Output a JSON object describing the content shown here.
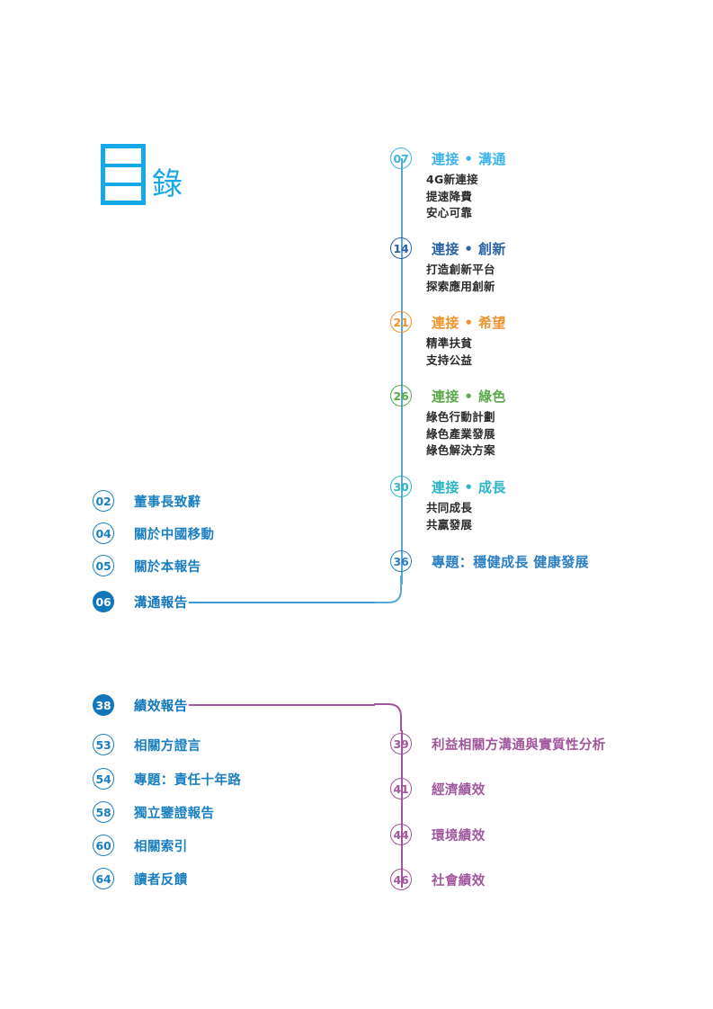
{
  "page": {
    "title_glyph": "目",
    "title_text": "錄",
    "title_color": "#16a9e8",
    "background": "#ffffff"
  },
  "colors": {
    "rail_blue": "#5aa7d6",
    "rail_purple": "#a0569c",
    "left_blue": "#1a7fc1",
    "accent_light_blue": "#3eb3e8",
    "accent_deep_blue": "#2b62a8",
    "accent_orange": "#f0912c",
    "accent_green": "#5aa94a",
    "accent_teal": "#2ab5c8",
    "accent_blue": "#2b7fc4",
    "accent_purple": "#a0569c",
    "sub_text": "#2b2b2b"
  },
  "left_column": {
    "group_top": [
      {
        "number": "02",
        "label": "董事長致辭",
        "color": "#1a7fc1",
        "filled": false
      },
      {
        "number": "04",
        "label": "關於中國移動",
        "color": "#1a7fc1",
        "filled": false
      },
      {
        "number": "05",
        "label": "關於本報告",
        "color": "#1a7fc1",
        "filled": false
      },
      {
        "number": "06",
        "label": "溝通報告",
        "color": "#1276bb",
        "filled": true
      }
    ],
    "group_bottom": [
      {
        "number": "38",
        "label": "績效報告",
        "color": "#1276bb",
        "filled": true
      },
      {
        "number": "53",
        "label": "相關方證言",
        "color": "#1a7fc1",
        "filled": false
      },
      {
        "number": "54",
        "label": "專題：責任十年路",
        "color": "#1a7fc1",
        "filled": false
      },
      {
        "number": "58",
        "label": "獨立鑒證報告",
        "color": "#1a7fc1",
        "filled": false
      },
      {
        "number": "60",
        "label": "相關索引",
        "color": "#1a7fc1",
        "filled": false
      },
      {
        "number": "64",
        "label": "讀者反饋",
        "color": "#1a7fc1",
        "filled": false
      }
    ]
  },
  "right_column": {
    "sections": [
      {
        "number": "07",
        "label": "連接 • 溝通",
        "color": "#3eb3e8",
        "subs": [
          "4G新連接",
          "提速降費",
          "安心可靠"
        ]
      },
      {
        "number": "14",
        "label": "連接 • 創新",
        "color": "#2b62a8",
        "subs": [
          "打造創新平台",
          "探索應用創新"
        ]
      },
      {
        "number": "21",
        "label": "連接 • 希望",
        "color": "#f0912c",
        "subs": [
          "精準扶貧",
          "支持公益"
        ]
      },
      {
        "number": "26",
        "label": "連接 • 綠色",
        "color": "#5aa94a",
        "subs": [
          "綠色行動計劃",
          "綠色產業發展",
          "綠色解決方案"
        ]
      },
      {
        "number": "30",
        "label": "連接 • 成長",
        "color": "#2ab5c8",
        "subs": [
          "共同成長",
          "共贏發展"
        ]
      },
      {
        "number": "36",
        "label": "專題：穩健成長 健康發展",
        "color": "#2b7fc4",
        "subs": []
      }
    ],
    "performance": [
      {
        "number": "39",
        "label": "利益相關方溝通與實質性分析",
        "color": "#a0569c"
      },
      {
        "number": "41",
        "label": "經濟績效",
        "color": "#a0569c"
      },
      {
        "number": "44",
        "label": "環境績效",
        "color": "#a0569c"
      },
      {
        "number": "46",
        "label": "社會績效",
        "color": "#a0569c"
      }
    ]
  }
}
